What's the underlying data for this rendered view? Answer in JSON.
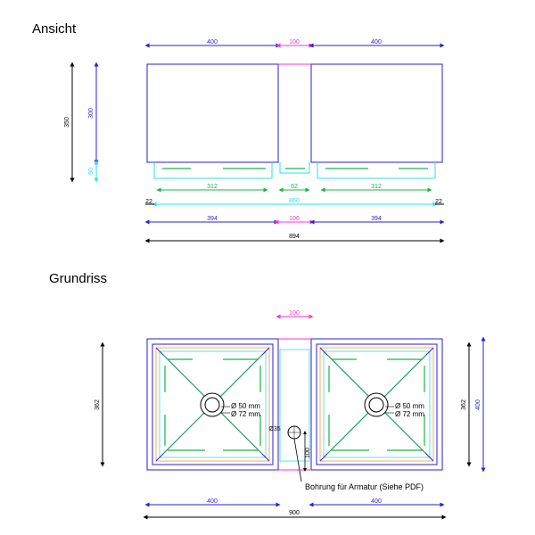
{
  "titles": {
    "view": "Ansicht",
    "plan": "Grundriss"
  },
  "view_dims": {
    "top_left": "400",
    "top_mid": "100",
    "top_right": "400",
    "height_total": "350",
    "height_inner": "300",
    "height_small": "50",
    "green_left": "312",
    "green_mid": "62",
    "green_right": "312",
    "cyan_total": "860",
    "cyan_left_small": "22",
    "cyan_right_small": "22",
    "blue_left": "394",
    "blue_mid": "106",
    "blue_right": "394",
    "overall": "894"
  },
  "plan_dims": {
    "top_mid": "100",
    "left_height": "362",
    "right_height": "362",
    "right_outer": "400",
    "bottom_left": "400",
    "bottom_right": "400",
    "overall": "900",
    "hole_dia": "Ø35",
    "hole_offset": "100",
    "left_drain_a": "Ø 50 mm",
    "left_drain_b": "Ø 72 mm",
    "right_drain_a": "Ø 50 mm",
    "right_drain_b": "Ø 72 mm",
    "faucet_note": "Bohrung für Armatur (Siehe PDF)"
  },
  "colors": {
    "blue": "#2a1fd0",
    "magenta": "#ff33cc",
    "green": "#19b34a",
    "cyan": "#2fe0ee",
    "orange": "#f59a3a",
    "black": "#000000"
  }
}
